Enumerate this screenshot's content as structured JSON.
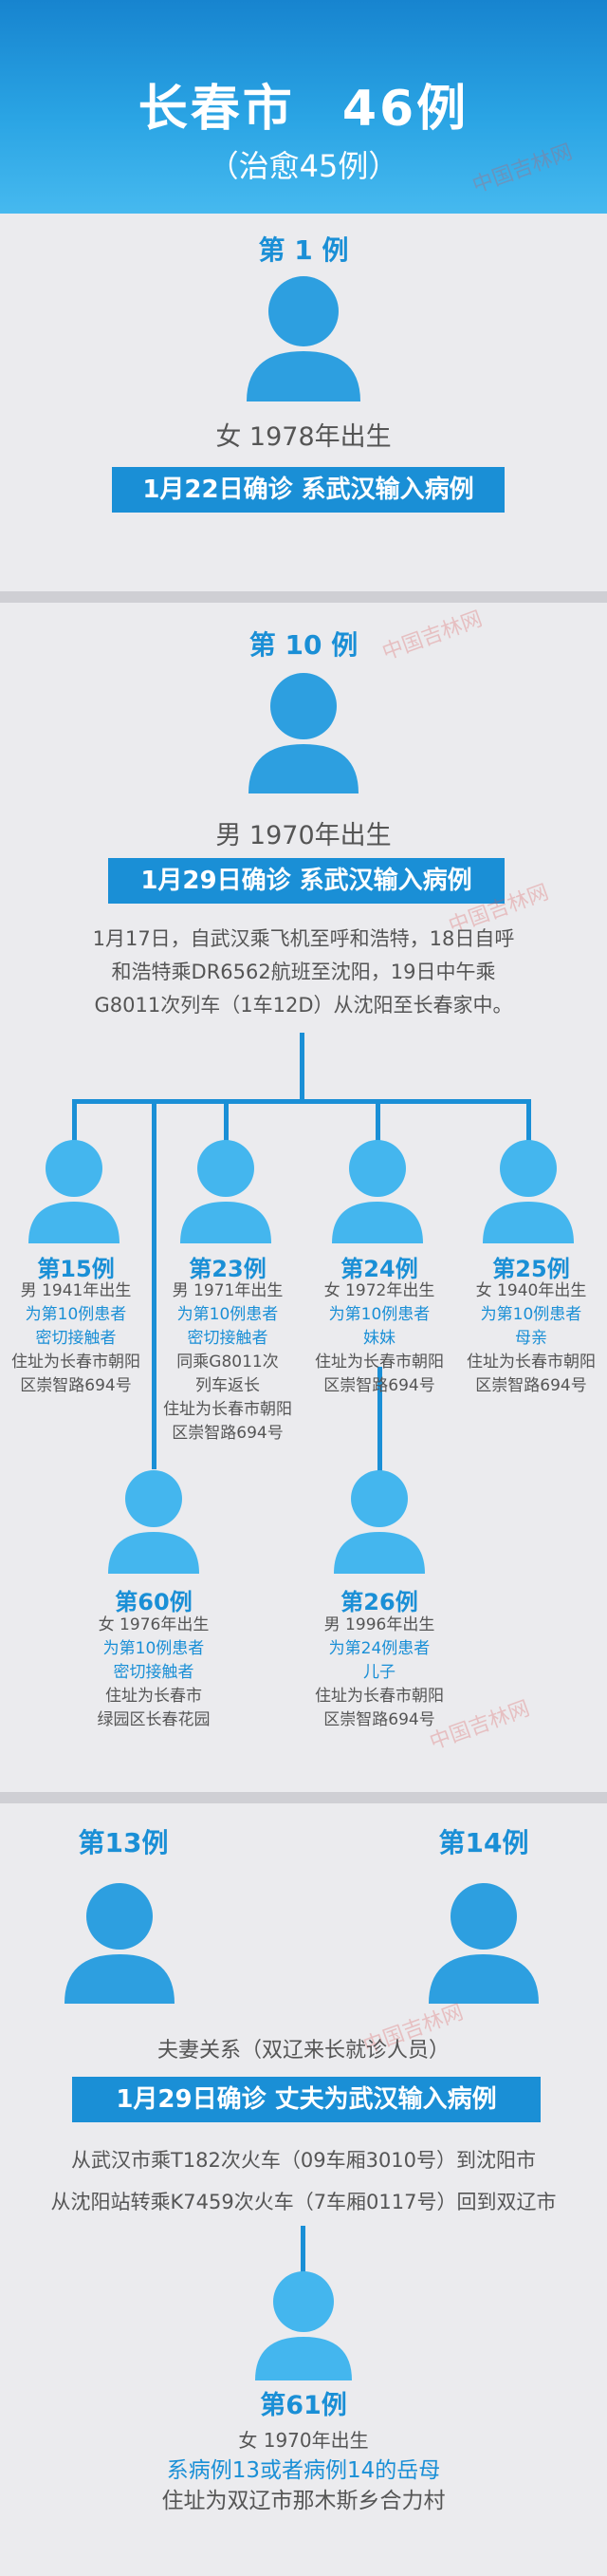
{
  "header": {
    "city": "长春市",
    "count": "46例",
    "cured": "（治愈45例）"
  },
  "watermark": "中国吉林网",
  "case1": {
    "label": "第 1 例",
    "info": "女  1978年出生",
    "banner": "1月22日确诊  系武汉输入病例"
  },
  "case10": {
    "label": "第 10 例",
    "info": "男   1970年出生",
    "banner": "1月29日确诊  系武汉输入病例",
    "desc": [
      "1月17日，自武汉乘飞机至呼和浩特，18日自呼",
      "和浩特乘DR6562航班至沈阳，19日中午乘",
      "G8011次列车（1车12D）从沈阳至长春家中。"
    ]
  },
  "contacts": [
    {
      "label": "第15例",
      "lines": [
        "男 1941年出生",
        "为第10例患者",
        "密切接触者",
        "住址为长春市朝阳",
        "区崇智路694号"
      ]
    },
    {
      "label": "第23例",
      "lines": [
        "男 1971年出生",
        "为第10例患者",
        "密切接触者",
        "同乘G8011次",
        "列车返长",
        "住址为长春市朝阳",
        "区崇智路694号"
      ]
    },
    {
      "label": "第24例",
      "lines": [
        "女 1972年出生",
        "为第10例患者",
        "妹妹",
        "住址为长春市朝阳",
        "区崇智路694号"
      ]
    },
    {
      "label": "第25例",
      "lines": [
        "女 1940年出生",
        "为第10例患者",
        "母亲",
        "住址为长春市朝阳",
        "区崇智路694号"
      ]
    },
    {
      "label": "第60例",
      "lines": [
        "女  1976年出生",
        "为第10例患者",
        "密切接触者",
        "住址为长春市",
        "绿园区长春花园"
      ]
    },
    {
      "label": "第26例",
      "lines": [
        "男 1996年出生",
        "为第24例患者",
        "儿子",
        "住址为长春市朝阳",
        "区崇智路694号"
      ]
    }
  ],
  "couple": {
    "label13": "第13例",
    "label14": "第14例",
    "relation": "夫妻关系（双辽来长就诊人员）",
    "banner": "1月29日确诊  丈夫为武汉输入病例",
    "desc": [
      "从武汉市乘T182次火车（09车厢3010号）到沈阳市",
      "从沈阳站转乘K7459次火车（7车厢0117号）回到双辽市"
    ]
  },
  "case61": {
    "label": "第61例",
    "lines": [
      "女  1970年出生",
      "系病例13或者病例14的岳母",
      "住址为双辽市那木斯乡合力村"
    ]
  }
}
